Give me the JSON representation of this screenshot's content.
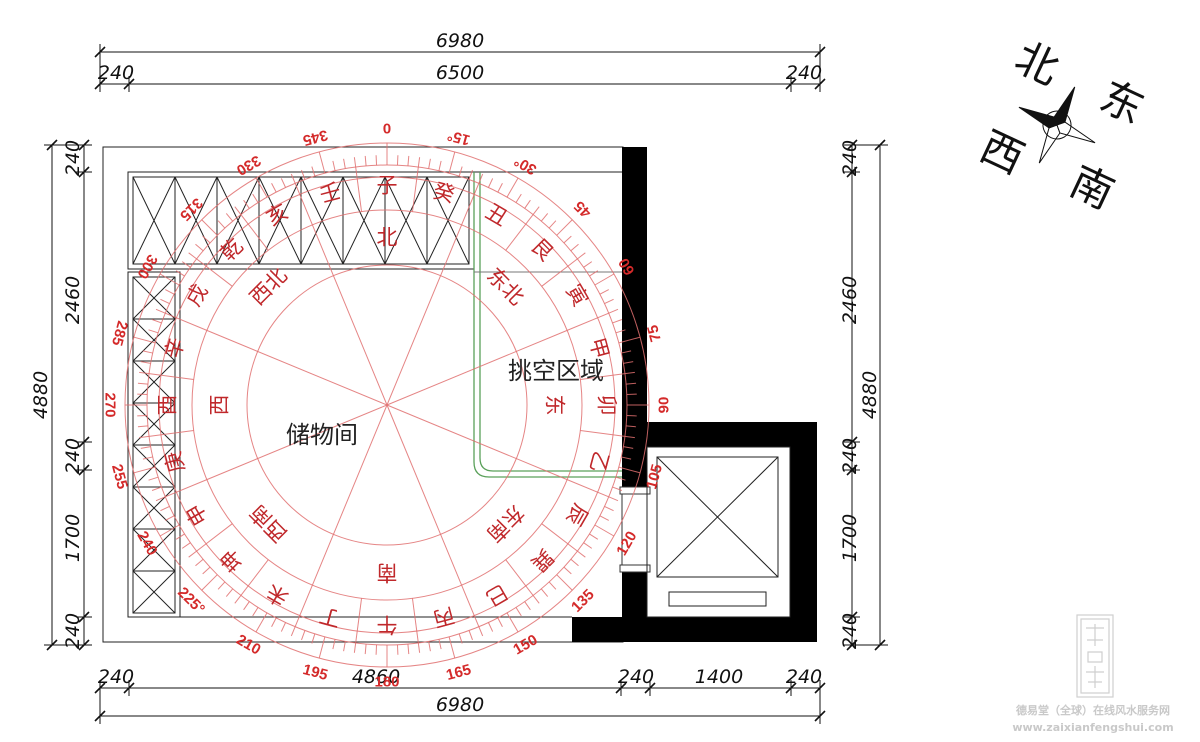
{
  "dimensions": {
    "top_total": "6980",
    "top_inner": "6500",
    "top_left": "240",
    "top_right": "240",
    "bottom_left": "240",
    "bottom_main": "4860",
    "bottom_mid": "240",
    "bottom_span": "1400",
    "bottom_right": "240",
    "bottom_total": "6980",
    "left_total": "4880",
    "left_top": "240",
    "left_upper": "2460",
    "left_mid": "240",
    "left_lower": "1700",
    "left_bottom": "240",
    "right_top": "240",
    "right_upper": "2460",
    "right_total": "4880",
    "right_mid": "240",
    "right_lower": "1700",
    "right_bottom": "240"
  },
  "rooms": {
    "storage": "储物间",
    "void_area": "挑空区域"
  },
  "orientation": {
    "north": "北",
    "east": "东",
    "south": "南",
    "west": "西"
  },
  "compass": {
    "degrees": [
      "0",
      "15°",
      "30°",
      "45",
      "60",
      "75",
      "90",
      "105",
      "120",
      "135",
      "150",
      "165",
      "180",
      "195",
      "210",
      "225°",
      "240",
      "255",
      "270",
      "285",
      "300",
      "315",
      "330",
      "345"
    ],
    "mountains": [
      "子",
      "癸",
      "丑",
      "艮",
      "寅",
      "甲",
      "卯",
      "乙",
      "辰",
      "巽",
      "巳",
      "丙",
      "午",
      "丁",
      "未",
      "坤",
      "申",
      "庚",
      "酉",
      "辛",
      "戌",
      "乾",
      "亥",
      "壬"
    ],
    "sectors": [
      "北",
      "东北",
      "东",
      "东南",
      "南",
      "西南",
      "西",
      "西北"
    ]
  },
  "watermark": {
    "line1": "德易堂（全球）在线风水服务网",
    "line2": "www.zaixianfengshui.com"
  },
  "colors": {
    "compass_red": "#d42a2a",
    "wall": "#000000",
    "void_outline": "#5aa05a"
  }
}
